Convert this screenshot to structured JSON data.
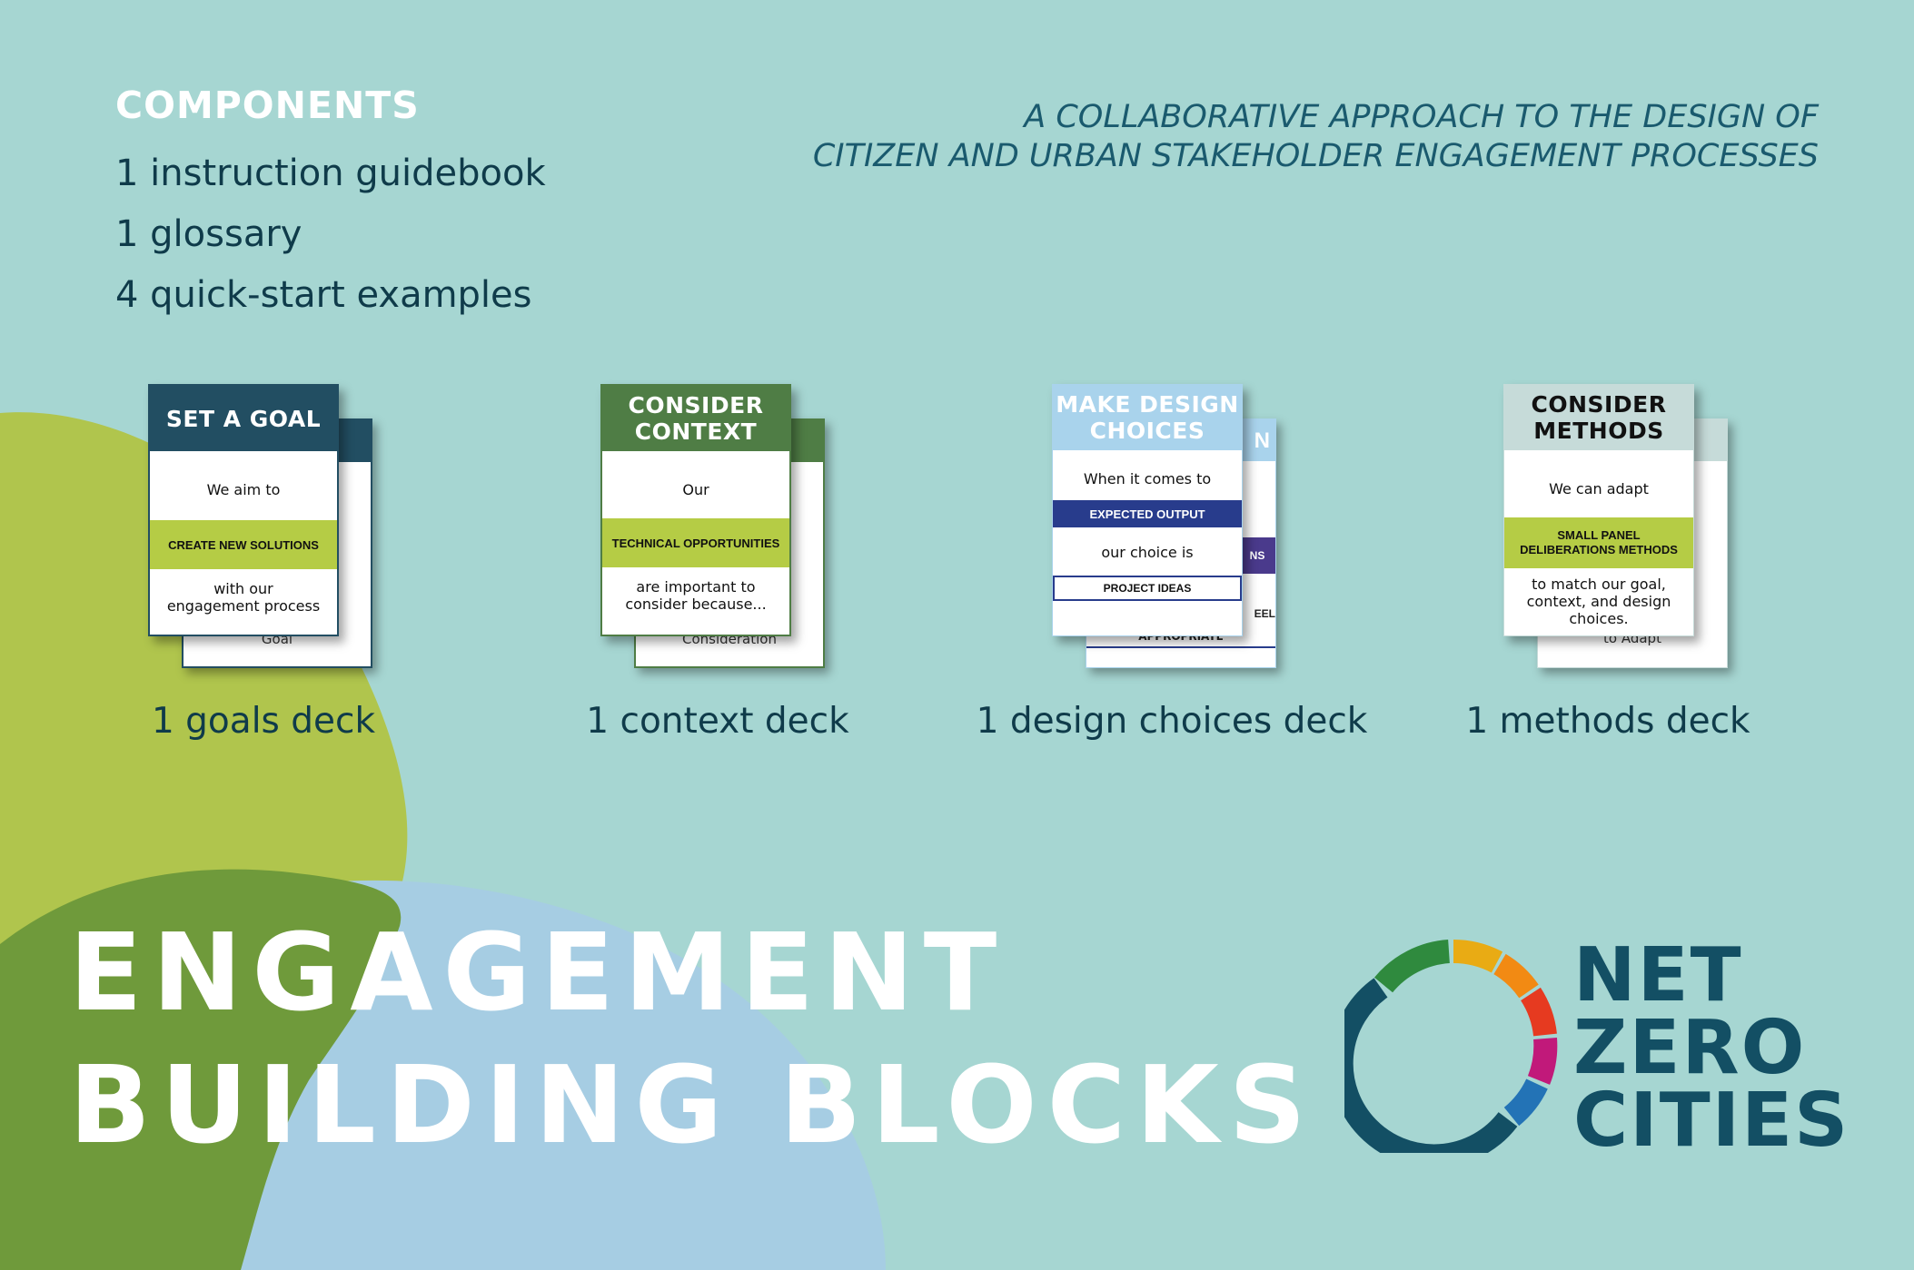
{
  "components": {
    "heading": "COMPONENTS",
    "items": [
      "1 instruction guidebook",
      "1 glossary",
      "4 quick-start examples"
    ]
  },
  "tagline": {
    "line1": "A COLLABORATIVE APPROACH TO THE DESIGN OF",
    "line2": "CITIZEN AND URBAN STAKEHOLDER ENGAGEMENT PROCESSES"
  },
  "decks": [
    {
      "label": "1 goals deck",
      "color": "#224e62",
      "header": "SET A GOAL",
      "text_top": "We aim to",
      "band": "CREATE NEW SOLUTIONS",
      "band_color": "#b5cc45",
      "text_bottom": "with our engagement process",
      "back_label": "Goal"
    },
    {
      "label": "1 context deck",
      "color": "#4f7d45",
      "header": "CONSIDER CONTEXT",
      "text_top": "Our",
      "band": "TECHNICAL OPPORTUNITIES",
      "band_color": "#b5cc45",
      "text_bottom": "are important to consider because...",
      "back_label": "Consideration"
    },
    {
      "label": "1 design choices deck",
      "color": "#a9d3ec",
      "header": "MAKE DESIGN CHOICES",
      "text_top": "When it comes to",
      "band": "EXPECTED OUTPUT",
      "band_color": "#283c8c",
      "text_middle": "our choice is",
      "outline_band": "PROJECT IDEAS",
      "back_band": "APPROPRIATE",
      "back_frag_1": "N",
      "back_frag_2": "NS",
      "back_frag_3": "EEL"
    },
    {
      "label": "1 methods deck",
      "color": "#c6dbd9",
      "header": "CONSIDER METHODS",
      "text_top": "We can adapt",
      "band": "SMALL PANEL DELIBERATIONS METHODS",
      "band_color": "#b5cc45",
      "text_bottom": "to match our goal, context, and design choices.",
      "back_label": "to Adapt"
    }
  ],
  "title": {
    "line1": "ENGAGEMENT",
    "line2": "BUILDING BLOCKS"
  },
  "logo": {
    "line1": "NET",
    "line2": "ZERO",
    "line3": "CITIES",
    "ring_colors": [
      "#e63a20",
      "#c1197a",
      "#e9ab14",
      "#2f8a3e",
      "#2373b6",
      "#f28a13"
    ]
  },
  "colors": {
    "background": "#a6d6d2",
    "blob_green_light": "#b0c54d",
    "blob_green_dark": "#6f9a3b",
    "blob_blue": "#a6cde3",
    "dark_teal": "#134f64"
  }
}
